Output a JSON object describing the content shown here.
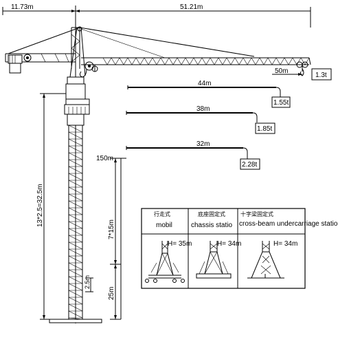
{
  "dimensions": {
    "counter_jib": "11.73m",
    "jib_length": "51.21m"
  },
  "load_points": [
    {
      "radius": "50m",
      "load": "1.3t"
    },
    {
      "radius": "44m",
      "load": "1.55t"
    },
    {
      "radius": "38m",
      "load": "1.85t"
    },
    {
      "radius": "32m",
      "load": "2.28t"
    }
  ],
  "heights": {
    "tower": "13*2.5=32.5m",
    "max": "150m",
    "mid": "7*15m",
    "base": "25m",
    "section": "2.5m"
  },
  "config_table": {
    "columns": [
      {
        "cn": "行走式",
        "en": "mobil",
        "height": "H= 35m"
      },
      {
        "cn": "底座固定式",
        "en": "chassis statio",
        "height": "H= 34m"
      },
      {
        "cn": "十字梁固定式",
        "en": "cross-beam undercarriage stationary",
        "height": "H= 34m"
      }
    ]
  }
}
